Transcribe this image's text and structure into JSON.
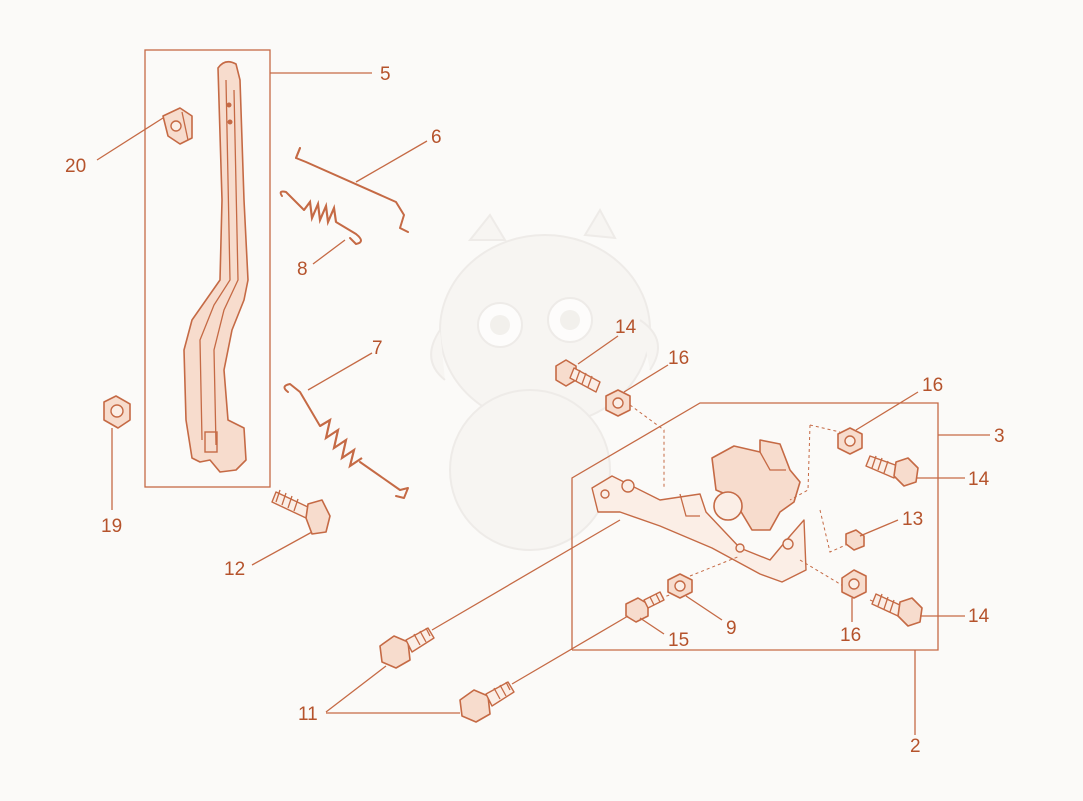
{
  "callouts": {
    "c2": "2",
    "c3": "3",
    "c5": "5",
    "c6": "6",
    "c7": "7",
    "c8": "8",
    "c9": "9",
    "c11": "11",
    "c12": "12",
    "c13": "13",
    "c14a": "14",
    "c14b": "14",
    "c14c": "14",
    "c15": "15",
    "c16a": "16",
    "c16b": "16",
    "c16c": "16",
    "c19": "19",
    "c20": "20"
  },
  "colors": {
    "line": "#c56a45",
    "label": "#b5532c",
    "fill": "#f7dccd",
    "background": "#fbfaf8",
    "watermark": "#e4e0dc"
  },
  "icons": {
    "watermark": "dragon-mascot-watermark"
  }
}
